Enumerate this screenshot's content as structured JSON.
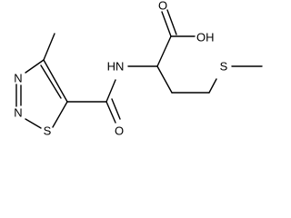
{
  "structure": {
    "atom_labels": {
      "ring_n_upper": "N",
      "ring_n_lower": "N",
      "ring_s": "S",
      "amide_nh": "HN",
      "amide_o": "O",
      "acid_o": "O",
      "acid_oh": "OH",
      "thioether_s": "S"
    }
  }
}
